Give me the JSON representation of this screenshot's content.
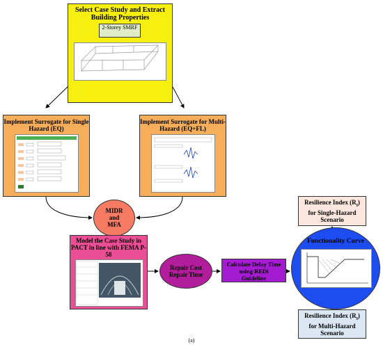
{
  "top_box": {
    "title": "Select Case Study and Extract Building Properties",
    "storey_label": "2-Storey SMRF"
  },
  "single_hazard": {
    "title": "Implement Surrogate for Single Hazard (EQ)"
  },
  "multi_hazard": {
    "title": "Implement Surrogate for Multi-Hazard (EQ+FL)"
  },
  "midr": {
    "line1": "MIDR",
    "line2": "and",
    "line3": "MFA"
  },
  "pact": {
    "title": "Model the Case Study in PACT in line with FEMA P-58"
  },
  "repair": {
    "line1": "Repair Cost",
    "line2": "Repair Time"
  },
  "redi": {
    "line1": "Calculate Delay Time",
    "line2": "using REDi",
    "line3": "Guideline"
  },
  "functionality": {
    "title": "Functionality Curve"
  },
  "ri_single": {
    "line1": "Resilience Index (R",
    "sub": "I",
    "line1_end": ")",
    "line2": "for Single-Hazard",
    "line3": "Scenario"
  },
  "ri_multi": {
    "line1": "Resilience Index (R",
    "sub": "I",
    "line1_end": ")",
    "line2": "for Multi-Hazard",
    "line3": "Scenario"
  },
  "caption": "(a)",
  "colors": {
    "top": "#f6ef10",
    "surrogate": "#f7ae5b",
    "midr": "#f77b63",
    "pact": "#ea4f95",
    "repair": "#b11d9a",
    "redi": "#a51bd2",
    "functionality": "#1d4df0",
    "ri_single": "#fbe7de",
    "ri_multi": "#dbe7f3"
  }
}
